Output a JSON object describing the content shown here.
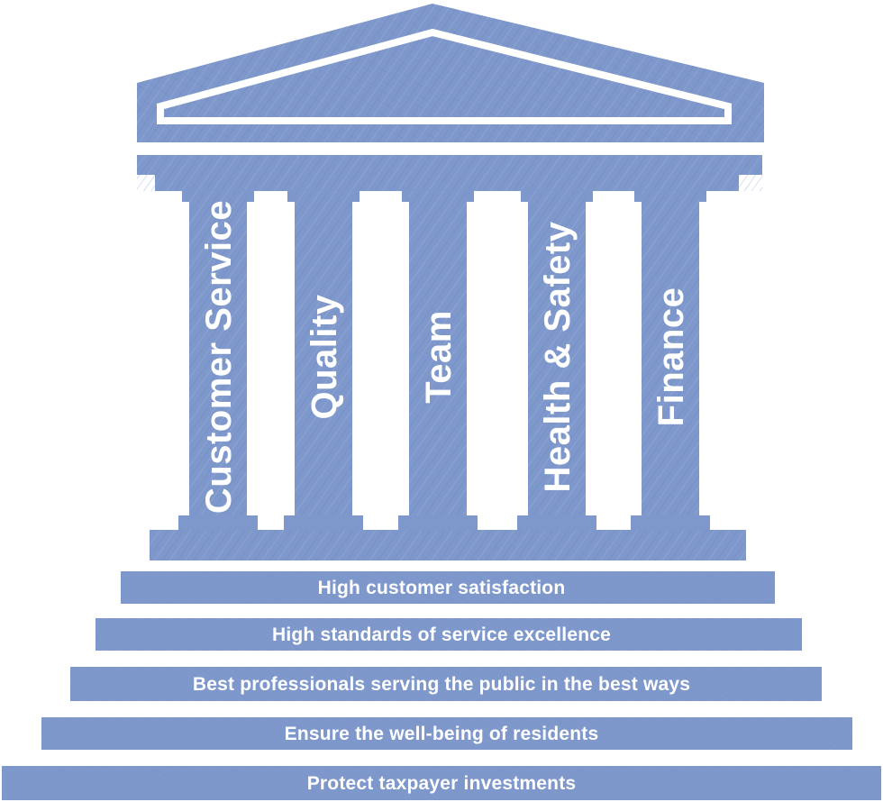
{
  "palette": {
    "structure": "#7f98cc",
    "structure_dark": "#5f7bb8",
    "background": "#ffffff",
    "text": "#ffffff"
  },
  "pillars": [
    {
      "label": "Customer Service"
    },
    {
      "label": "Quality"
    },
    {
      "label": "Team"
    },
    {
      "label": "Health & Safety"
    },
    {
      "label": "Finance"
    }
  ],
  "steps": [
    {
      "label": "High customer satisfaction"
    },
    {
      "label": "High standards of service excellence"
    },
    {
      "label": "Best professionals serving the public in the best ways"
    },
    {
      "label": "Ensure the well-being of residents"
    },
    {
      "label": "Protect taxpayer investments"
    }
  ]
}
